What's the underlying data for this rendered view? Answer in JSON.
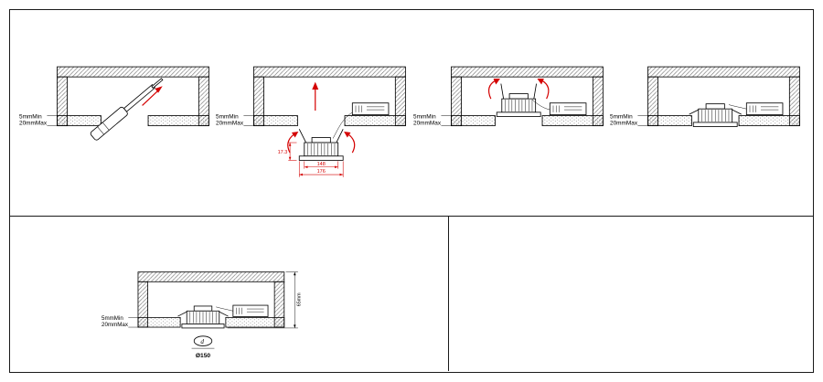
{
  "sheet": {
    "thickness_note": {
      "line1": "5mmMin",
      "line2": "20mmMax"
    },
    "step2_dimensions": {
      "height": "17.3",
      "inner_width": "148",
      "outer_width": "176"
    },
    "final_dimensions": {
      "recess_depth": "65mm",
      "cutout_symbol": "d",
      "cutout_diameter": "Ø150"
    },
    "colors": {
      "accent_red": "#d40000",
      "line_black": "#000000"
    }
  }
}
